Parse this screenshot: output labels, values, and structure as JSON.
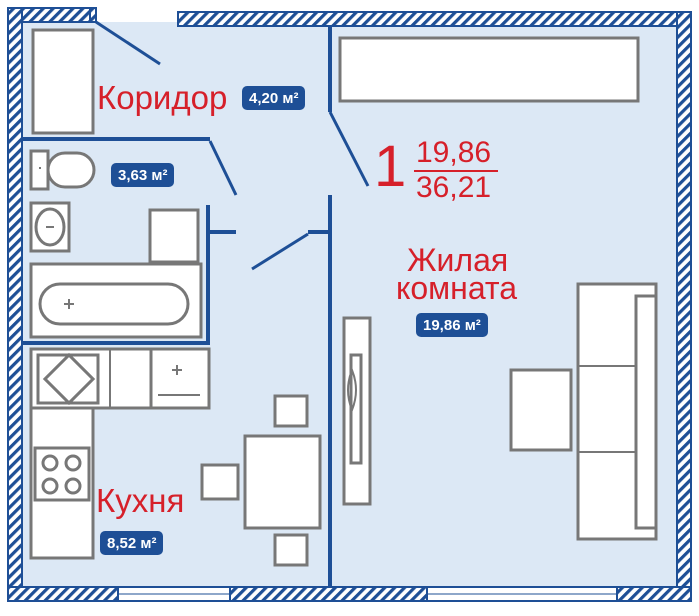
{
  "rooms": {
    "corridor": {
      "name": "Коридор",
      "area": "4,20 м²"
    },
    "bathroom": {
      "area": "3,63 м²"
    },
    "living": {
      "name_line1": "Жилая",
      "name_line2": "комната",
      "area": "19,86 м²"
    },
    "kitchen": {
      "name": "Кухня",
      "area": "8,52 м²"
    }
  },
  "apartment": {
    "rooms_count": "1",
    "living_area": "19,86",
    "total_area": "36,21"
  },
  "colors": {
    "wall": "#1e4f96",
    "floor": "#dce8f5",
    "furniture_stroke": "#777777",
    "label_red": "#d6202a"
  }
}
